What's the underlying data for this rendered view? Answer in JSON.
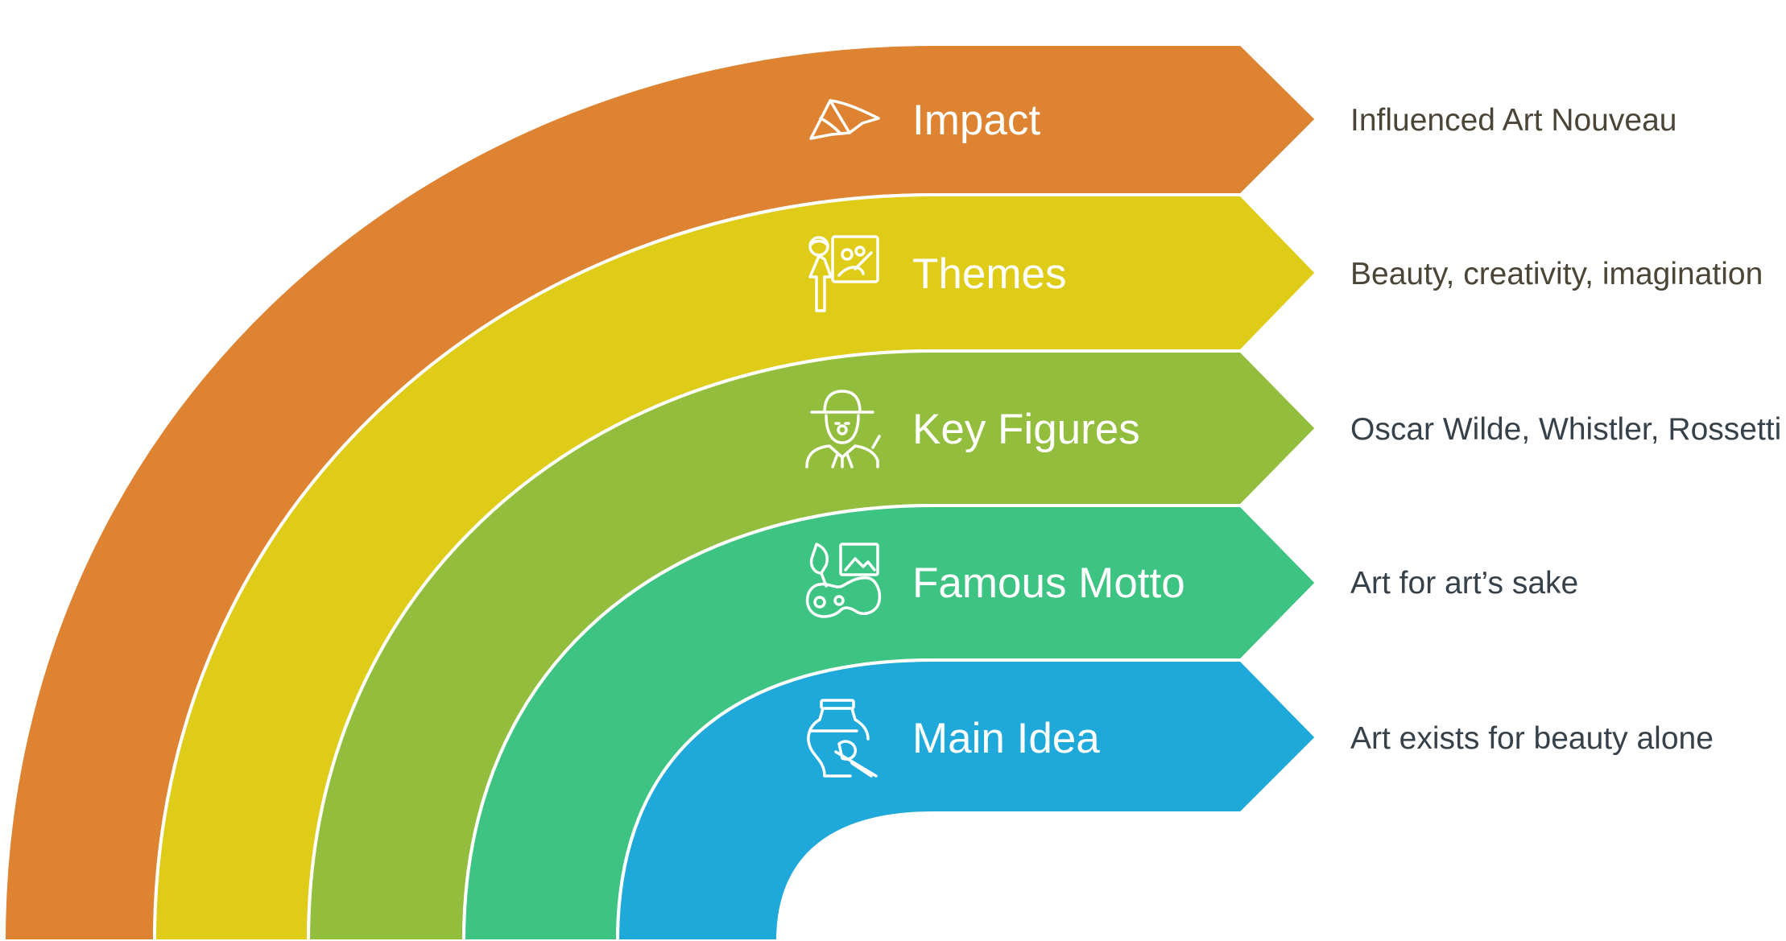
{
  "bands": [
    {
      "label": "Impact",
      "description": "Influenced Art Nouveau",
      "color": "#DE8331",
      "text_color": "#4A4536",
      "icon": "umbrella-icon"
    },
    {
      "label": "Themes",
      "description": "Beauty, creativity, imagination",
      "color": "#DFCC18",
      "text_color": "#4A4536",
      "icon": "painter-canvas-icon"
    },
    {
      "label": "Key Figures",
      "description": "Oscar Wilde, Whistler, Rossetti",
      "color": "#93BD3C",
      "text_color": "#37414A",
      "icon": "person-with-hat-icon"
    },
    {
      "label": "Famous Motto",
      "description": "Art for art’s sake",
      "color": "#3DC382",
      "text_color": "#37414A",
      "icon": "palette-brush-icon"
    },
    {
      "label": "Main Idea",
      "description": "Art exists for beauty alone",
      "color": "#1EA9DA",
      "text_color": "#37414A",
      "icon": "vase-brush-icon"
    }
  ]
}
